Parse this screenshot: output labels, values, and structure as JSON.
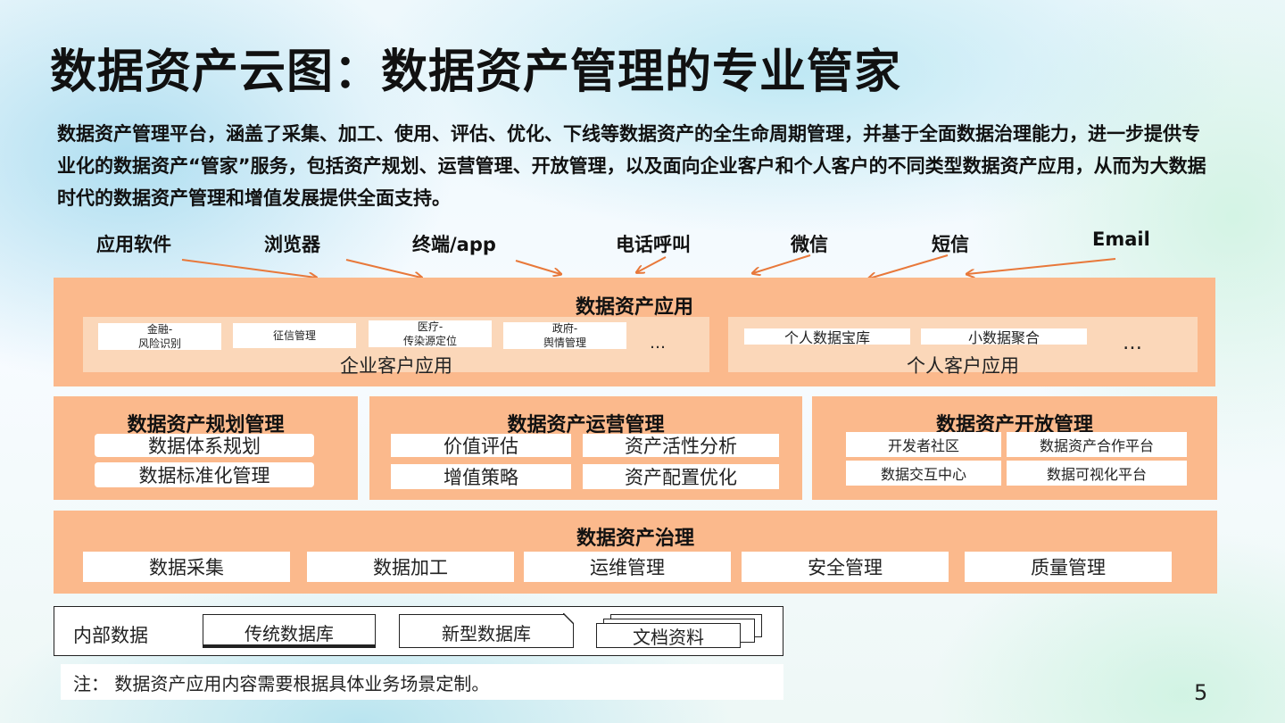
{
  "slide": {
    "title": "数据资产云图：数据资产管理的专业管家",
    "intro": "数据资产管理平台，涵盖了采集、加工、使用、评估、优化、下线等数据资产的全生命周期管理，并基于全面数据治理能力，进一步提供专业化的数据资产“管家”服务，包括资产规划、运营管理、开放管理，以及面向企业客户和个人客户的不同类型数据资产应用，从而为大数据时代的数据资产管理和增值发展提供全面支持。",
    "page_number": "5"
  },
  "channels": [
    "应用软件",
    "浏览器",
    "终端/app",
    "电话呼叫",
    "微信",
    "短信",
    "Email"
  ],
  "application": {
    "title": "数据资产应用",
    "enterprise": {
      "caption": "企业客户应用",
      "items": [
        "金融-\n风险识别",
        "征信管理",
        "医疗-\n传染源定位",
        "政府-\n舆情管理"
      ],
      "ellipsis": "…"
    },
    "personal": {
      "caption": "个人客户应用",
      "items": [
        "个人数据宝库",
        "小数据聚合"
      ],
      "ellipsis": "…"
    }
  },
  "planning": {
    "title": "数据资产规划管理",
    "items": [
      "数据体系规划",
      "数据标准化管理"
    ]
  },
  "operation": {
    "title": "数据资产运营管理",
    "items": [
      "价值评估",
      "资产活性分析",
      "增值策略",
      "资产配置优化"
    ]
  },
  "opening": {
    "title": "数据资产开放管理",
    "items": [
      "开发者社区",
      "数据资产合作平台",
      "数据交互中心",
      "数据可视化平台"
    ]
  },
  "governance": {
    "title": "数据资产治理",
    "items": [
      "数据采集",
      "数据加工",
      "运维管理",
      "安全管理",
      "质量管理"
    ]
  },
  "internal": {
    "label": "内部数据",
    "items": [
      "传统数据库",
      "新型数据库",
      "文档资料"
    ]
  },
  "note": "注：  数据资产应用内容需要根据具体业务场景定制。",
  "colors": {
    "panel": "#fbb98c",
    "sub_panel": "#fbd7b9",
    "arrow": "#e8783a"
  }
}
